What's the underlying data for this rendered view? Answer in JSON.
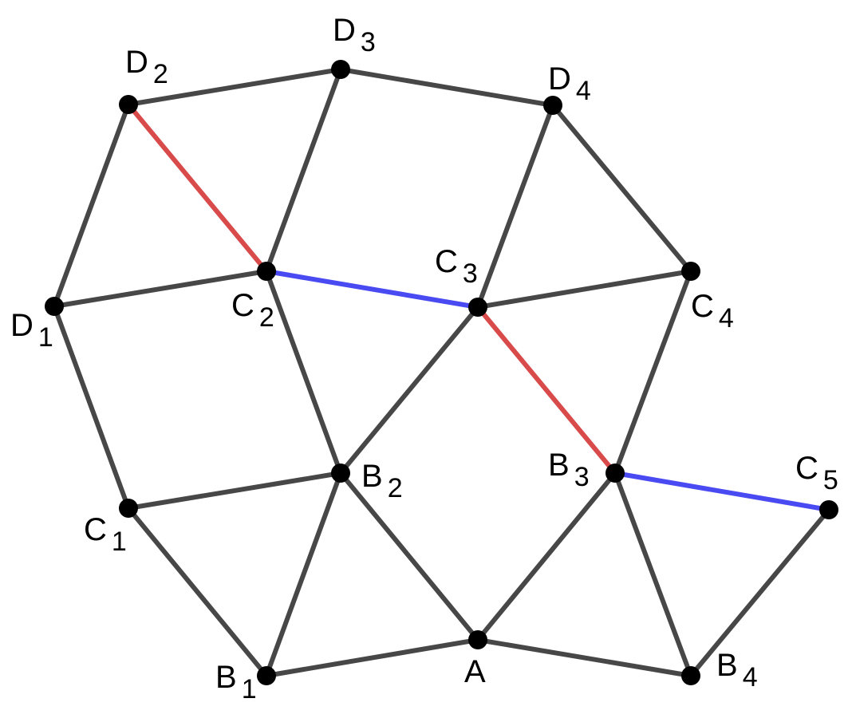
{
  "diagram": {
    "colors": {
      "edge": "#474747",
      "red": "#d94a4a",
      "blue": "#4a4af2",
      "vertex": "#000000",
      "label": "#000000"
    },
    "vertices": [
      {
        "id": "A",
        "letter": "A",
        "sub": ""
      },
      {
        "id": "B1",
        "letter": "B",
        "sub": "1"
      },
      {
        "id": "B2",
        "letter": "B",
        "sub": "2"
      },
      {
        "id": "B3",
        "letter": "B",
        "sub": "3"
      },
      {
        "id": "B4",
        "letter": "B",
        "sub": "4"
      },
      {
        "id": "C1",
        "letter": "C",
        "sub": "1"
      },
      {
        "id": "C2",
        "letter": "C",
        "sub": "2"
      },
      {
        "id": "C3",
        "letter": "C",
        "sub": "3"
      },
      {
        "id": "C4",
        "letter": "C",
        "sub": "4"
      },
      {
        "id": "C5",
        "letter": "C",
        "sub": "5"
      },
      {
        "id": "D1",
        "letter": "D",
        "sub": "1"
      },
      {
        "id": "D2",
        "letter": "D",
        "sub": "2"
      },
      {
        "id": "D3",
        "letter": "D",
        "sub": "3"
      },
      {
        "id": "D4",
        "letter": "D",
        "sub": "4"
      }
    ],
    "edges": [
      {
        "from": "B1",
        "to": "A",
        "color": "edge"
      },
      {
        "from": "A",
        "to": "B4",
        "color": "edge"
      },
      {
        "from": "B1",
        "to": "C1",
        "color": "edge"
      },
      {
        "from": "B1",
        "to": "B2",
        "color": "edge"
      },
      {
        "from": "C1",
        "to": "B2",
        "color": "edge"
      },
      {
        "from": "B2",
        "to": "A",
        "color": "edge"
      },
      {
        "from": "A",
        "to": "B3",
        "color": "edge"
      },
      {
        "from": "B3",
        "to": "B4",
        "color": "edge"
      },
      {
        "from": "B4",
        "to": "C5",
        "color": "edge"
      },
      {
        "from": "B3",
        "to": "C5",
        "color": "blue"
      },
      {
        "from": "C1",
        "to": "D1",
        "color": "edge"
      },
      {
        "from": "D1",
        "to": "C2",
        "color": "edge"
      },
      {
        "from": "C2",
        "to": "B2",
        "color": "edge"
      },
      {
        "from": "B2",
        "to": "C3",
        "color": "edge"
      },
      {
        "from": "C3",
        "to": "B3",
        "color": "red"
      },
      {
        "from": "B3",
        "to": "C4",
        "color": "edge"
      },
      {
        "from": "C2",
        "to": "C3",
        "color": "blue"
      },
      {
        "from": "C3",
        "to": "C4",
        "color": "edge"
      },
      {
        "from": "D1",
        "to": "D2",
        "color": "edge"
      },
      {
        "from": "D2",
        "to": "C2",
        "color": "red"
      },
      {
        "from": "C2",
        "to": "D3",
        "color": "edge"
      },
      {
        "from": "D2",
        "to": "D3",
        "color": "edge"
      },
      {
        "from": "D3",
        "to": "D4",
        "color": "edge"
      },
      {
        "from": "D4",
        "to": "C3",
        "color": "edge"
      },
      {
        "from": "D4",
        "to": "C4",
        "color": "edge"
      }
    ]
  }
}
